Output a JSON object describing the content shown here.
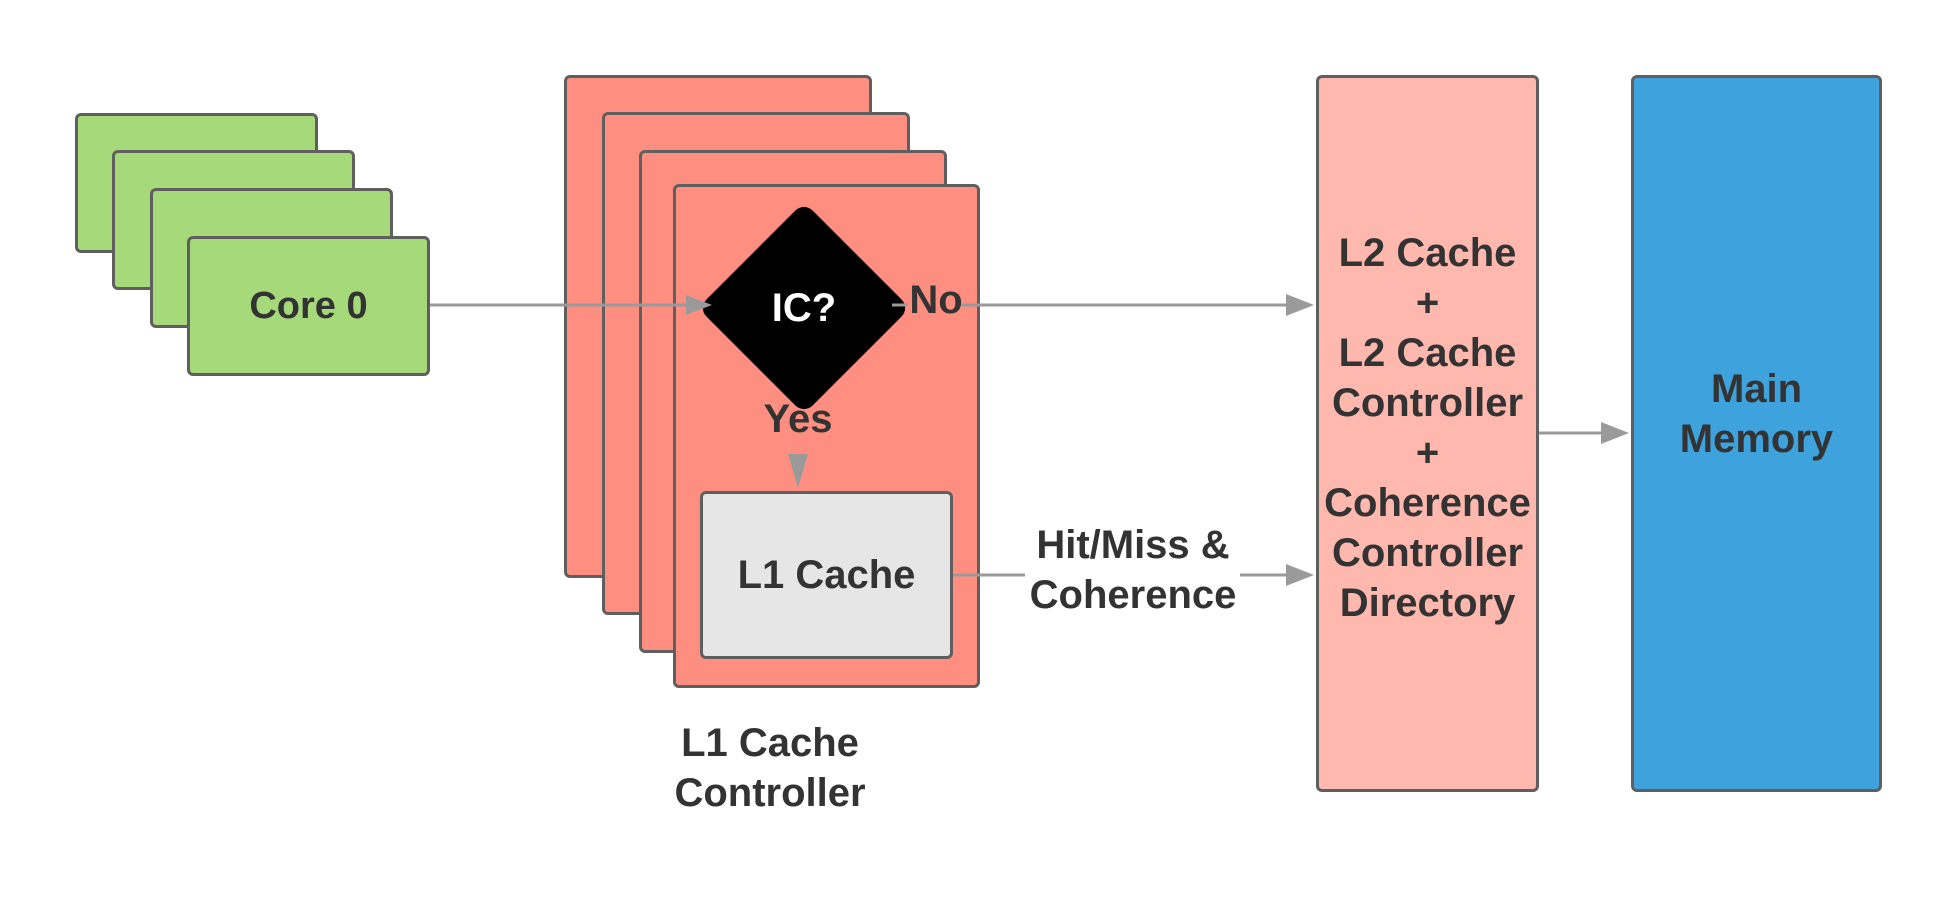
{
  "cores": {
    "front_label": "Core 0"
  },
  "decision": {
    "label": "IC?",
    "no_label": "No",
    "yes_label": "Yes"
  },
  "l1_cache": {
    "label": "L1 Cache"
  },
  "l1_controller": {
    "caption_line1": "L1 Cache",
    "caption_line2": "Controller"
  },
  "hit_miss": {
    "line1": "Hit/Miss &",
    "line2": "Coherence"
  },
  "l2": {
    "lines": [
      "L2 Cache",
      "+",
      "L2 Cache",
      "Controller",
      "+",
      "Coherence",
      "Controller",
      "Directory"
    ]
  },
  "main_memory": {
    "line1": "Main",
    "line2": "Memory"
  },
  "colors": {
    "core": "#a6d97a",
    "l1_controller": "#fe8f80",
    "l2": "#feb8ad",
    "main_memory": "#3ea3dc",
    "l1_cache": "#e6e6e6",
    "decision": "#000000",
    "arrow": "#9a9a9a",
    "border": "#5f5f5f"
  }
}
